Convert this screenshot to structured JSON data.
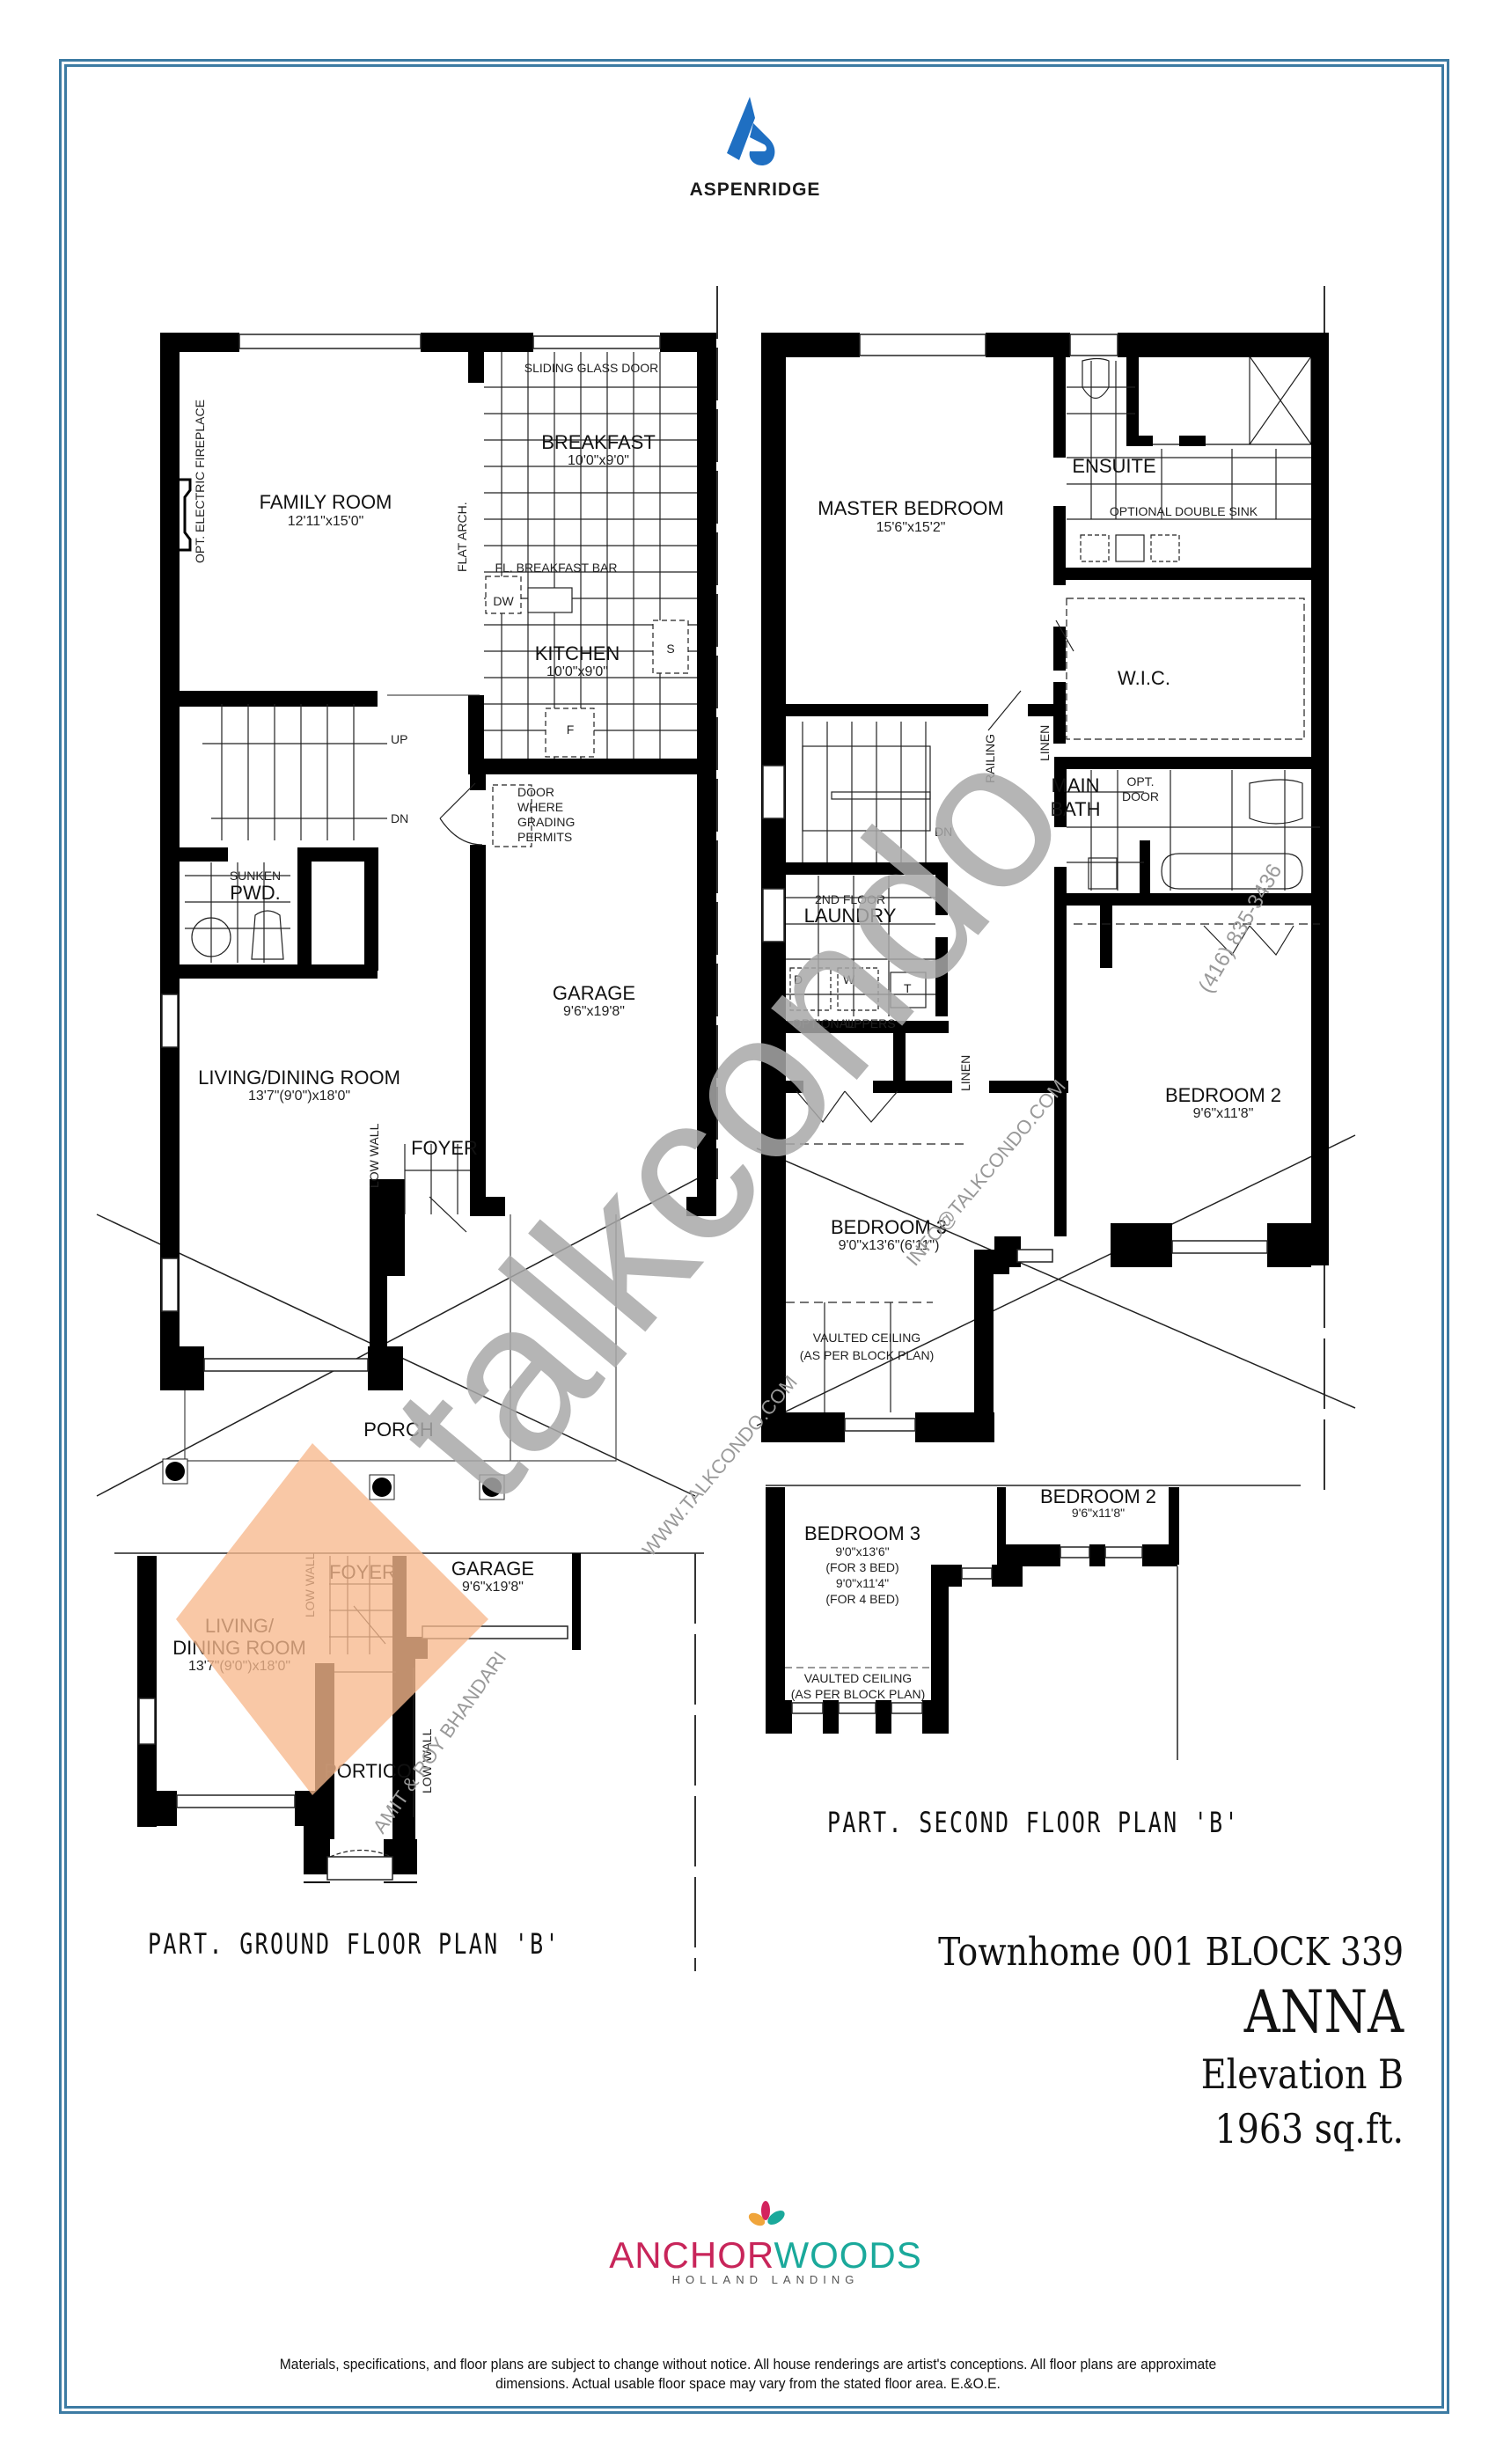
{
  "header": {
    "brand_logo": "aspenridge-logo-icon",
    "brand_name": "ASPENRIDGE"
  },
  "ground_floor": {
    "rooms": [
      {
        "name": "FAMILY ROOM",
        "dim": "12'11\"x15'0\""
      },
      {
        "name": "BREAKFAST",
        "dim": "10'0\"x9'0\""
      },
      {
        "name": "KITCHEN",
        "dim": "10'0\"x9'0\""
      },
      {
        "name": "GARAGE",
        "dim": "9'6\"x19'8\""
      },
      {
        "name": "LIVING/DINING ROOM",
        "dim": "13'7\"(9'0\")x18'0\""
      },
      {
        "name": "FOYER",
        "dim": ""
      },
      {
        "name": "PORCH",
        "dim": ""
      },
      {
        "name": "SUNKEN PWD.",
        "dim": ""
      }
    ],
    "notes": {
      "sliding_door": "SLIDING GLASS DOOR",
      "fireplace": "OPT. ELECTRIC FIREPLACE",
      "flat_arch": "FLAT ARCH.",
      "breakfast_bar": "FL. BREAKFAST BAR",
      "dw": "DW",
      "s": "S",
      "f": "F",
      "up": "UP",
      "dn": "DN",
      "sunken": "SUNKEN",
      "pwd": "PWD.",
      "door_grading_1": "DOOR",
      "door_grading_2": "WHERE",
      "door_grading_3": "GRADING",
      "door_grading_4": "PERMITS",
      "low_wall": "LOW WALL"
    }
  },
  "second_floor": {
    "rooms": [
      {
        "name": "MASTER BEDROOM",
        "dim": "15'6\"x15'2\""
      },
      {
        "name": "ENSUITE",
        "dim": ""
      },
      {
        "name": "W.I.C.",
        "dim": ""
      },
      {
        "name": "MAIN BATH",
        "dim": ""
      },
      {
        "name": "2ND FLOOR LAUNDRY",
        "dim": ""
      },
      {
        "name": "BEDROOM 2",
        "dim": "9'6\"x11'8\""
      },
      {
        "name": "BEDROOM 3",
        "dim": "9'0\"x13'6\"(6'11\")"
      }
    ],
    "notes": {
      "double_sink": "OPTIONAL DOUBLE SINK",
      "linen": "LINEN",
      "railing": "RAILING",
      "dn": "DN",
      "main": "MAIN",
      "bath": "BATH",
      "opt": "OPT.",
      "door": "DOOR",
      "floor2": "2ND FLOOR",
      "laundry": "LAUNDRY",
      "d": "D",
      "w": "W",
      "t": "T",
      "optional": "OPTIONAL",
      "uppers": "UPPERS",
      "vaulted_1": "VAULTED CEILING",
      "vaulted_2": "(AS PER BLOCK PLAN)"
    }
  },
  "part_ground": {
    "caption": "PART. GROUND FLOOR PLAN 'B'",
    "living_1": "LIVING/",
    "living_2": "DINING ROOM",
    "living_dim": "13'7\"(9'0\")x18'0\"",
    "foyer": "FOYER",
    "garage": "GARAGE",
    "garage_dim": "9'6\"x19'8\"",
    "portico": "PORTICO",
    "low_wall": "LOW WALL"
  },
  "part_second": {
    "caption": "PART. SECOND FLOOR PLAN 'B'",
    "bed3": "BEDROOM 3",
    "bed3_l1": "9'0\"x13'6\"",
    "bed3_l2": "(FOR 3 BED)",
    "bed3_l3": "9'0\"x11'4\"",
    "bed3_l4": "(FOR 4 BED)",
    "bed2": "BEDROOM 2",
    "bed2_dim": "9'6\"x11'8\"",
    "vaulted_1": "VAULTED CEILING",
    "vaulted_2": "(AS PER BLOCK PLAN)"
  },
  "title_block": {
    "line1": "Townhome 001 BLOCK 339",
    "model": "ANNA",
    "elevation": "Elevation B",
    "area": "1963 sq.ft."
  },
  "footer_logo": {
    "word_a": "ANCHOR",
    "word_b": "WOODS",
    "sub": "HOLLAND LANDING"
  },
  "disclaimer": "Materials, specifications, and floor plans are subject to change without notice.  All house renderings are artist's conceptions.  All floor plans are approximate dimensions.  Actual usable floor space may vary from the stated floor area.  E.&O.E.",
  "watermarks": {
    "main": "talkcondo",
    "url": "WWW.TALKCONDO.COM",
    "email": "INFO@TALKCONDO.COM",
    "phone": "(416) 835-3436",
    "agent": "AMIT & ROY BHANDARI"
  },
  "colors": {
    "frame": "#3d7ba3",
    "aspen_blue": "#1f6fc2",
    "anchor_pink": "#c8255a",
    "woods_teal": "#1aa99b",
    "watermark_gray": "#a9a9a9",
    "watermark_orange": "#f7b98d"
  }
}
